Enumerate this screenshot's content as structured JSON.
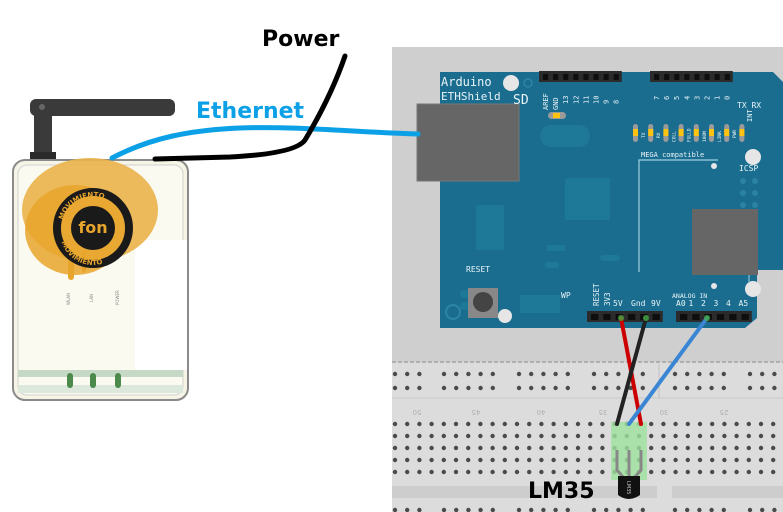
{
  "diagram": {
    "labels": {
      "power": "Power",
      "ethernet": "Ethernet",
      "sensor": "LM35"
    },
    "router": {
      "brand_text_top": "MOVIMIENTO",
      "brand_text_bottom": "MOVIMIENTO",
      "logo_text": "fon",
      "led_labels": [
        "WLAN",
        "LAN",
        "POWER"
      ]
    },
    "shield": {
      "name_line1": "Arduino",
      "name_line2": "ETHShield",
      "sd_label": "SD",
      "digital_pins_left": [
        "AREF",
        "GND",
        "13",
        "12",
        "11",
        "10",
        "9",
        "8"
      ],
      "digital_pins_right": [
        "7",
        "6",
        "5",
        "4",
        "3",
        "2",
        "1",
        "0"
      ],
      "txrx_label": "TX RX",
      "int_label": "INT",
      "status_leds": [
        "TX",
        "RX",
        "COLL",
        "FULLD",
        "100M",
        "LINK",
        "PWR"
      ],
      "mega_label": "MEGA compatible",
      "icsp_label": "ICSP",
      "reset_label": "RESET",
      "wp_label": "WP",
      "power_pins": [
        "RESET",
        "3V3",
        "5V",
        "Gnd",
        "9V"
      ],
      "analog_header_label": "ANALOG IN",
      "analog_pins": [
        "A0",
        "1",
        "2",
        "3",
        "4",
        "A5"
      ]
    },
    "breadboard": {
      "column_numbers": [
        "50",
        "45",
        "40",
        "35",
        "30",
        "25"
      ]
    },
    "colors": {
      "ethernet_cable": "#0ca0e6",
      "power_cable": "#000000",
      "pcb": "#1b6d8f",
      "wire_5v": "#cc0000",
      "wire_gnd": "#222222",
      "wire_signal": "#3a86d4",
      "led": "#ffc20e"
    }
  }
}
